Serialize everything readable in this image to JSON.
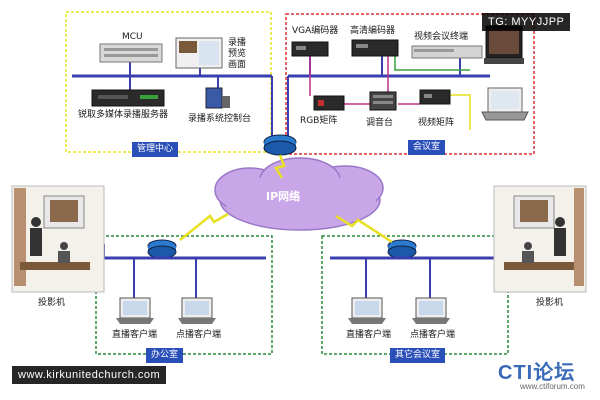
{
  "labels": {
    "mcu": "MCU",
    "record_preview": "录播预览画面",
    "media_server": "锐取多媒体录播服务器",
    "record_control": "录播系统控制台",
    "mgmt_center": "管理中心",
    "vga_encoder": "VGA编码器",
    "hd_encoder": "高清编码器",
    "video_conf_terminal": "视频会议终端",
    "rgb_matrix": "RGB矩阵",
    "mixer": "调音台",
    "video_matrix": "视频矩阵",
    "meeting_room": "会议室",
    "ip_network": "IP网络",
    "projector_left": "投影机",
    "projector_right": "投影机",
    "live_client_1": "直播客户端",
    "vod_client_1": "点播客户端",
    "office": "办公室",
    "live_client_2": "直播客户端",
    "vod_client_2": "点播客户端",
    "other_meeting_room": "其它会议室"
  },
  "watermarks": {
    "top_right": "TG: MYYJJPP",
    "bottom_left": "www.kirkunitedchurch.com"
  },
  "logo": {
    "text": "CTI论坛",
    "url": "www.ctiforum.com"
  },
  "colors": {
    "zone_mgmt": "#e6e61e",
    "zone_meeting": "#e03030",
    "zone_office": "#2a8a3a",
    "bus": "#3a3fb0",
    "cloud": "#c9a6e8",
    "tag_bg": "#2a4fb8",
    "lightning": "#e8e020"
  }
}
